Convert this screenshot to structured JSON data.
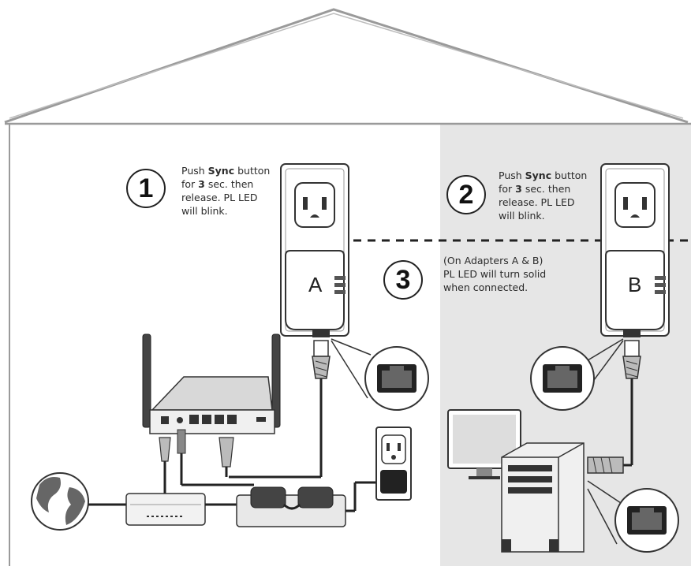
{
  "diagram": {
    "step1": {
      "number": "1",
      "line1_pre": "Push ",
      "line1_bold": "Sync",
      "line1_post": " button",
      "line2_pre": "for ",
      "line2_bold": "3",
      "line2_post": " sec. then",
      "line3": "release. PL LED",
      "line4": "will blink."
    },
    "step2": {
      "number": "2",
      "line1_pre": "Push ",
      "line1_bold": "Sync",
      "line1_post": " button",
      "line2_pre": "for ",
      "line2_bold": "3",
      "line2_post": " sec. then",
      "line3": "release. PL LED",
      "line4": "will blink."
    },
    "step3": {
      "number": "3",
      "line1": "(On Adapters A & B)",
      "line2": "PL LED will turn solid",
      "line3": "when connected."
    },
    "adapter_a_label": "A",
    "adapter_b_label": "B",
    "colors": {
      "room_right_fill": "#e6e6e6",
      "outline": "#222222",
      "roof": "#9a9a9a"
    }
  }
}
